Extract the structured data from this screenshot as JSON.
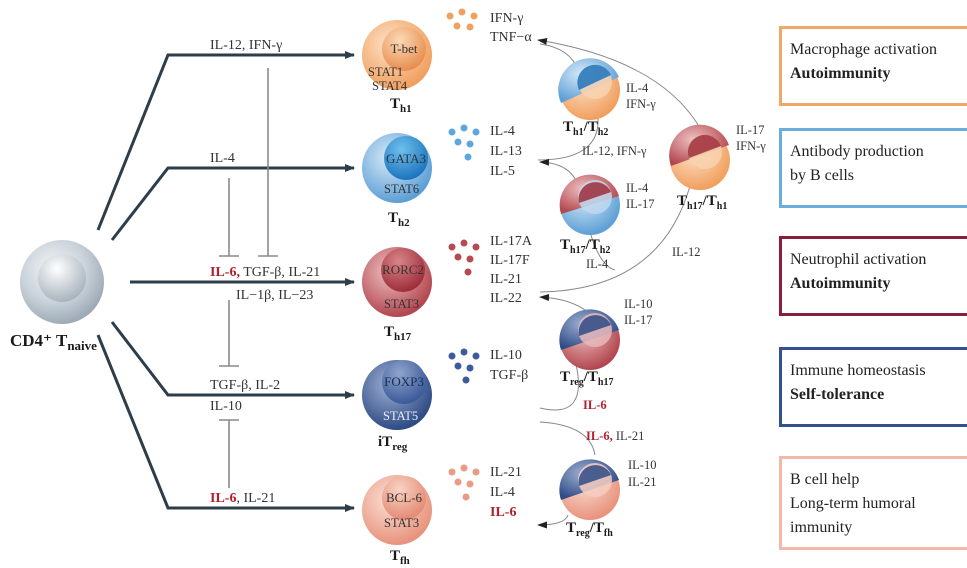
{
  "naive": {
    "label": "CD4⁺ T",
    "sub": "naive"
  },
  "cells": {
    "th1": {
      "inner": "T-bet",
      "stat": [
        "STAT1",
        "STAT4"
      ],
      "label": "T",
      "sub": "h1"
    },
    "th2": {
      "inner": "GATA3",
      "stat": [
        "STAT6"
      ],
      "label": "T",
      "sub": "h2"
    },
    "th17": {
      "inner": "RORC2",
      "stat": [
        "STAT3"
      ],
      "label": "T",
      "sub": "h17"
    },
    "treg": {
      "inner": "FOXP3",
      "stat": [
        "STAT5"
      ],
      "label": "iT",
      "sub": "reg"
    },
    "tfh": {
      "inner": "BCL-6",
      "stat": [
        "STAT3"
      ],
      "label": "T",
      "sub": "fh"
    }
  },
  "inputs": {
    "th1": "IL-12, IFN-γ",
    "th2": "IL-4",
    "th17_red": "IL-6,",
    "th17_rest": " TGF-β, IL-21",
    "th17_line2": "IL−1β, IL−23",
    "treg_line1": "TGF-β, IL-2",
    "treg_line2": "IL-10",
    "tfh_red": "IL-6",
    "tfh_rest": ", IL-21"
  },
  "outputs": {
    "th1": [
      "IFN-γ",
      "TNF−α"
    ],
    "th2": [
      "IL-4",
      "IL-13",
      "IL-5"
    ],
    "th17": [
      "IL-17A",
      "IL-17F",
      "IL-21",
      "IL-22"
    ],
    "treg": [
      "IL-10",
      "TGF-β"
    ],
    "tfh": [
      "IL-21",
      "IL-4",
      "IL-6"
    ]
  },
  "plastic": {
    "th1th2": {
      "a": "T",
      "asub": "h1",
      "b": "T",
      "bsub": "h2",
      "cyt": [
        "IL-4",
        "IFN-γ"
      ]
    },
    "th17th1": {
      "a": "T",
      "asub": "h17",
      "b": "T",
      "bsub": "h1",
      "cyt": [
        "IL-17",
        "IFN-γ"
      ]
    },
    "th17th2": {
      "a": "T",
      "asub": "h17",
      "b": "T",
      "bsub": "h2",
      "cyt": [
        "IL-4",
        "IL-17"
      ]
    },
    "tregth17": {
      "a": "T",
      "asub": "reg",
      "b": "T",
      "bsub": "h17",
      "cyt": [
        "IL-10",
        "IL-17"
      ]
    },
    "tregtfh": {
      "a": "T",
      "asub": "reg",
      "b": "T",
      "bsub": "fh",
      "cyt": [
        "IL-10",
        "IL-21"
      ]
    }
  },
  "arrow_labels": {
    "th2_to_th1th2": "IL-12, IFN-γ",
    "il4": "IL-4",
    "il12": "IL-12",
    "il6": "IL-6",
    "il6b_red": "IL-6,",
    "il6b_rest": " IL-21"
  },
  "functions": [
    {
      "line1": "Macrophage activation",
      "bold": "Autoimmunity",
      "color": "#f0a868"
    },
    {
      "line1": "Antibody production",
      "line2": "by B cells",
      "color": "#6aaedc"
    },
    {
      "line1": "Neutrophil activation",
      "bold": "Autoimmunity",
      "color": "#8a1f3c"
    },
    {
      "line1": "Immune homeostasis",
      "bold": "Self-tolerance",
      "color": "#34508f"
    },
    {
      "line1": "B cell help",
      "line2": "Long-term humoral",
      "line3": "immunity",
      "color": "#f2b8a8"
    }
  ],
  "colors": {
    "th1": "#f4a36c",
    "th2": "#5fa6dd",
    "th17": "#b2484f",
    "treg": "#36548f",
    "tfh": "#ec9c86",
    "red": "#b3202c"
  }
}
